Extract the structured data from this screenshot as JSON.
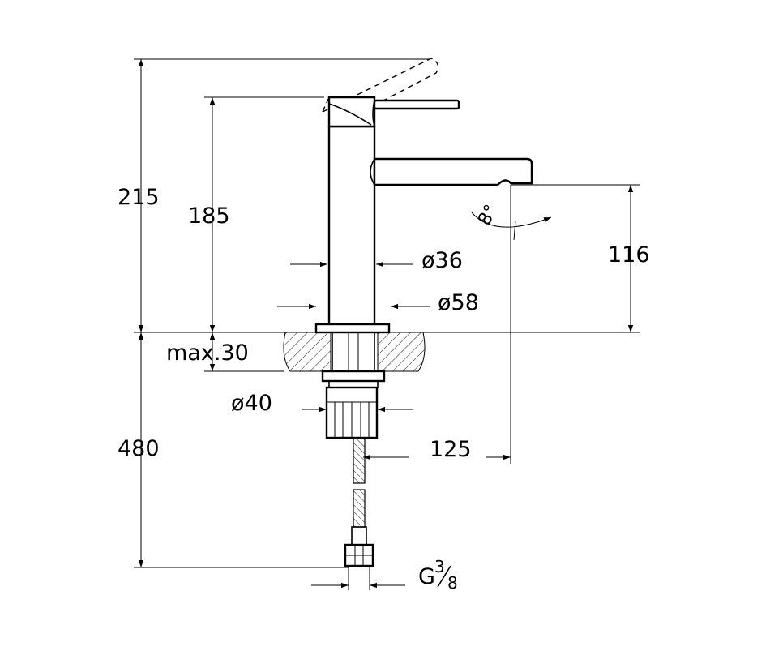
{
  "dimensions": {
    "total_height": "215",
    "spout_body_height": "185",
    "outlet_height": "116",
    "body_diameter": "ø36",
    "base_diameter": "ø58",
    "max_counter_thickness": "max.30",
    "hole_diameter": "ø40",
    "spout_reach": "125",
    "hose_length": "480",
    "spout_angle": "8°"
  },
  "connection": {
    "thread_prefix": "G",
    "thread_num": "3",
    "thread_den": "8"
  },
  "colors": {
    "line": "#000000",
    "background": "#ffffff"
  }
}
